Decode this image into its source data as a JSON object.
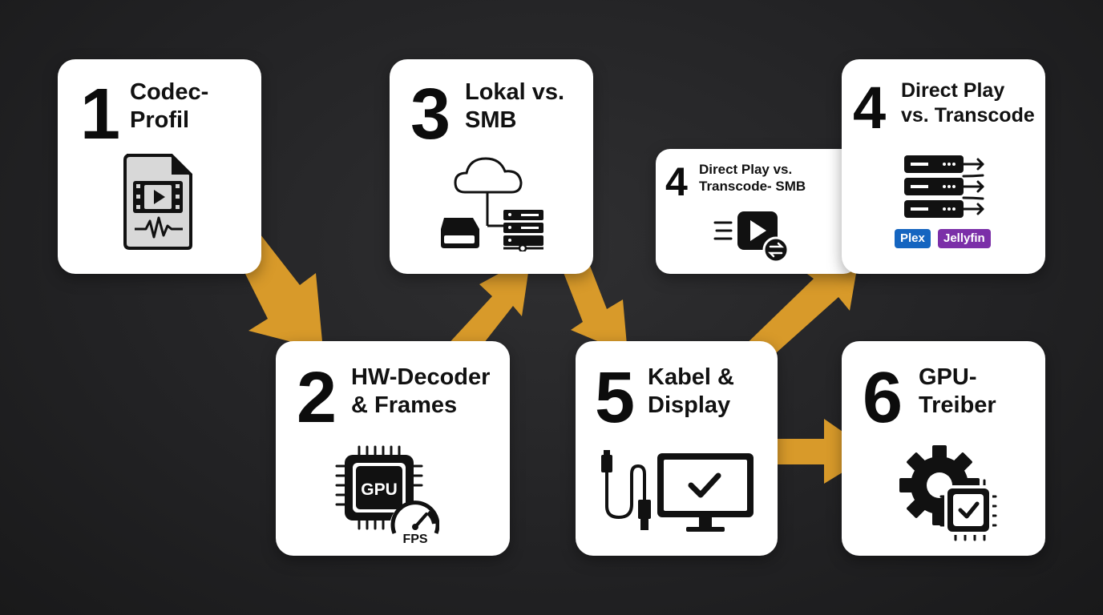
{
  "colors": {
    "background": "#242426",
    "card": "#ffffff",
    "arrow": "#d89a2a",
    "plex_badge": "#1565c0",
    "jellyfin_badge": "#7b2fa8"
  },
  "cards": {
    "c1": {
      "number": "1",
      "line1": "Codec-",
      "line2": "Profil",
      "icon": "video-file-icon"
    },
    "c2": {
      "number": "2",
      "line1": "HW-Decoder",
      "line2": "& Frames",
      "icon": "gpu-chip-fps-icon",
      "gpu_text": "GPU",
      "fps_text": "FPS"
    },
    "c3": {
      "number": "3",
      "line1": "Lokal vs.",
      "line2": "SMB",
      "icon": "cloud-storage-network-icon"
    },
    "c4a": {
      "number": "4",
      "line1": "Direct Play vs.",
      "line2": "Transcode- SMB",
      "icon": "play-transcode-icon"
    },
    "c4b": {
      "number": "4",
      "line1": "Direct Play",
      "line2": "vs. Transcode",
      "icon": "server-rack-icon",
      "badge1": "Plex",
      "badge2": "Jellyfin"
    },
    "c5": {
      "number": "5",
      "line1": "Kabel &",
      "line2": "Display",
      "icon": "cable-monitor-check-icon"
    },
    "c6": {
      "number": "6",
      "line1": "GPU-",
      "line2": "Treiber",
      "icon": "gear-chip-check-icon"
    }
  }
}
